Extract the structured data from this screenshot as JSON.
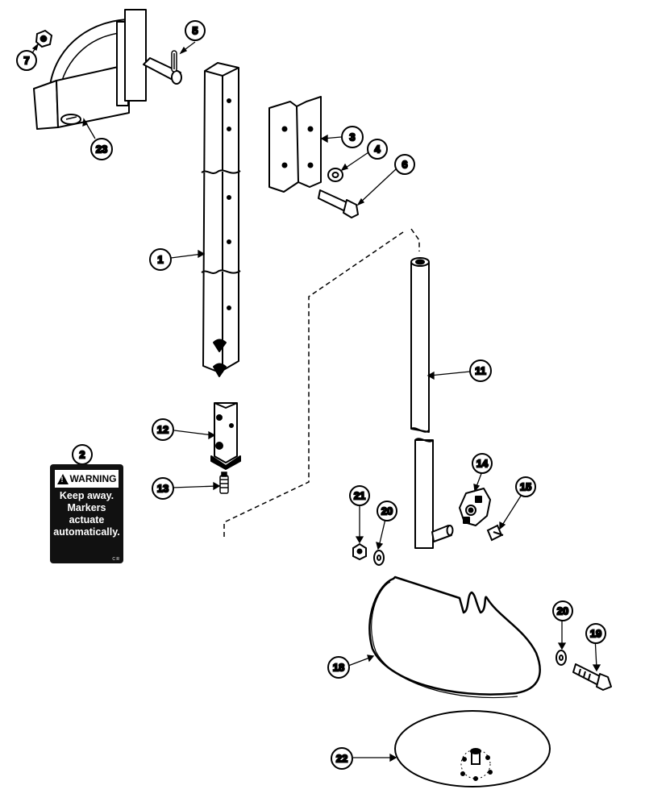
{
  "decal": {
    "header": "WARNING",
    "lines": [
      "Keep away.",
      "Markers",
      "actuate",
      "automatically."
    ],
    "code": "C R"
  },
  "callouts": [
    "1",
    "2",
    "3",
    "4",
    "5",
    "6",
    "7",
    "11",
    "12",
    "13",
    "14",
    "15",
    "18",
    "19",
    "20",
    "20",
    "21",
    "22",
    "23"
  ]
}
